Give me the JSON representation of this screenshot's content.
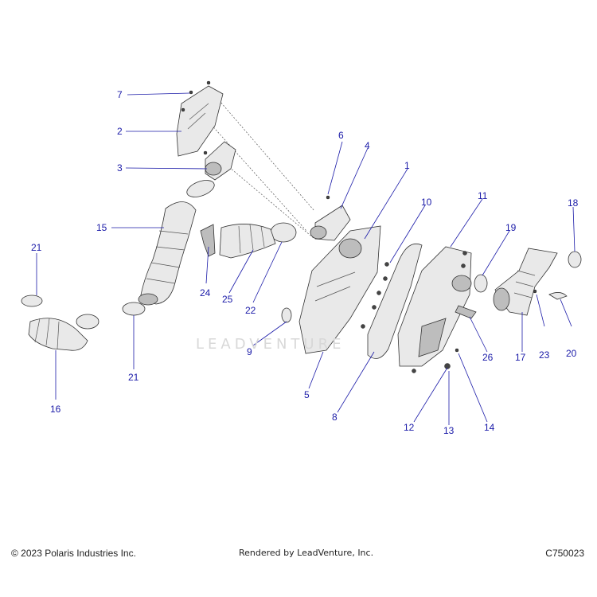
{
  "callouts": [
    "7",
    "2",
    "3",
    "15",
    "21",
    "16",
    "21",
    "24",
    "25",
    "22",
    "6",
    "4",
    "1",
    "9",
    "5",
    "10",
    "8",
    "11",
    "19",
    "18",
    "12",
    "13",
    "14",
    "26",
    "17",
    "23",
    "20"
  ],
  "watermark": "LEADVENTURE",
  "footer": {
    "copyright": "© 2023 Polaris Industries Inc.",
    "rendered_by": "Rendered by LeadVenture, Inc.",
    "diagram_code": "C750023"
  }
}
